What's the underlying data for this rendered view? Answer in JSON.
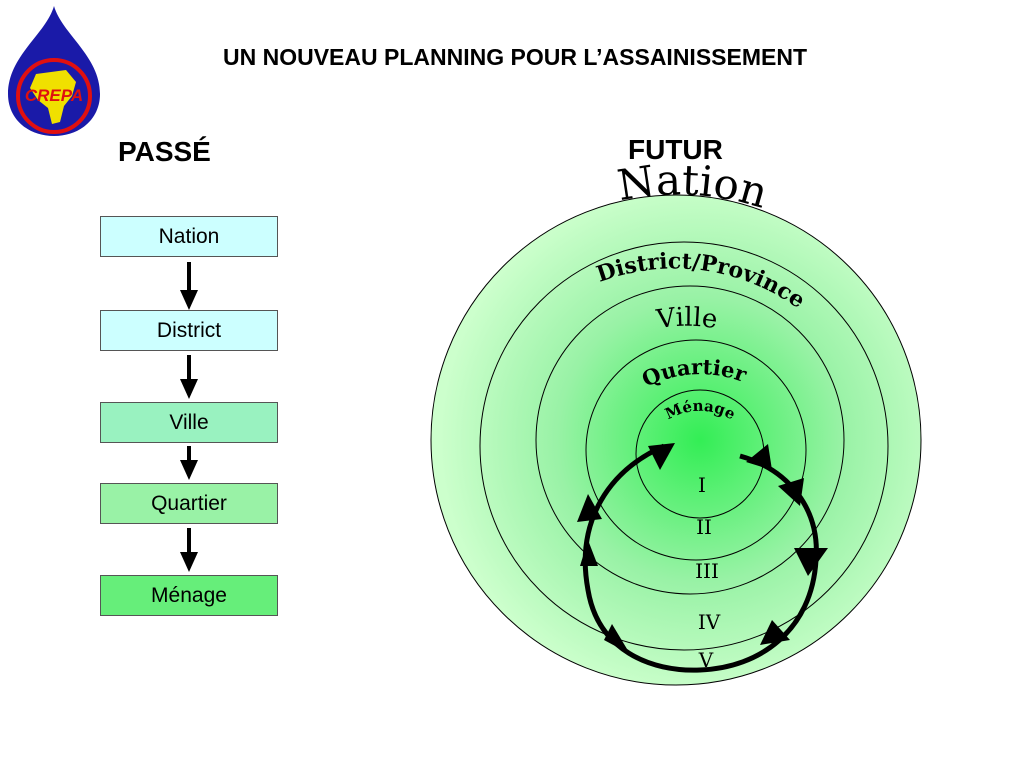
{
  "title": "UN NOUVEAU PLANNING POUR L’ASSAINISSEMENT",
  "logo": {
    "text": "CREPA"
  },
  "past": {
    "heading": "PASSÉ",
    "levels": [
      {
        "label": "Nation",
        "color": "#ccffff"
      },
      {
        "label": "District",
        "color": "#ccffff"
      },
      {
        "label": "Ville",
        "color": "#99f2c0"
      },
      {
        "label": "Quartier",
        "color": "#99f2a6"
      },
      {
        "label": "Ménage",
        "color": "#66ee7a"
      }
    ]
  },
  "future": {
    "heading": "FUTUR",
    "rings": [
      {
        "label": "Nation",
        "numeral": "V"
      },
      {
        "label": "District/Province",
        "numeral": "IV"
      },
      {
        "label": "Ville",
        "numeral": "III"
      },
      {
        "label": "Quartier",
        "numeral": "II"
      },
      {
        "label": "Ménage",
        "numeral": "I"
      }
    ]
  },
  "colors": {
    "ring_outer": "#ccffcc",
    "ring_inner": "#33ee55",
    "ring_stroke": "#000000",
    "arrow": "#000000"
  }
}
